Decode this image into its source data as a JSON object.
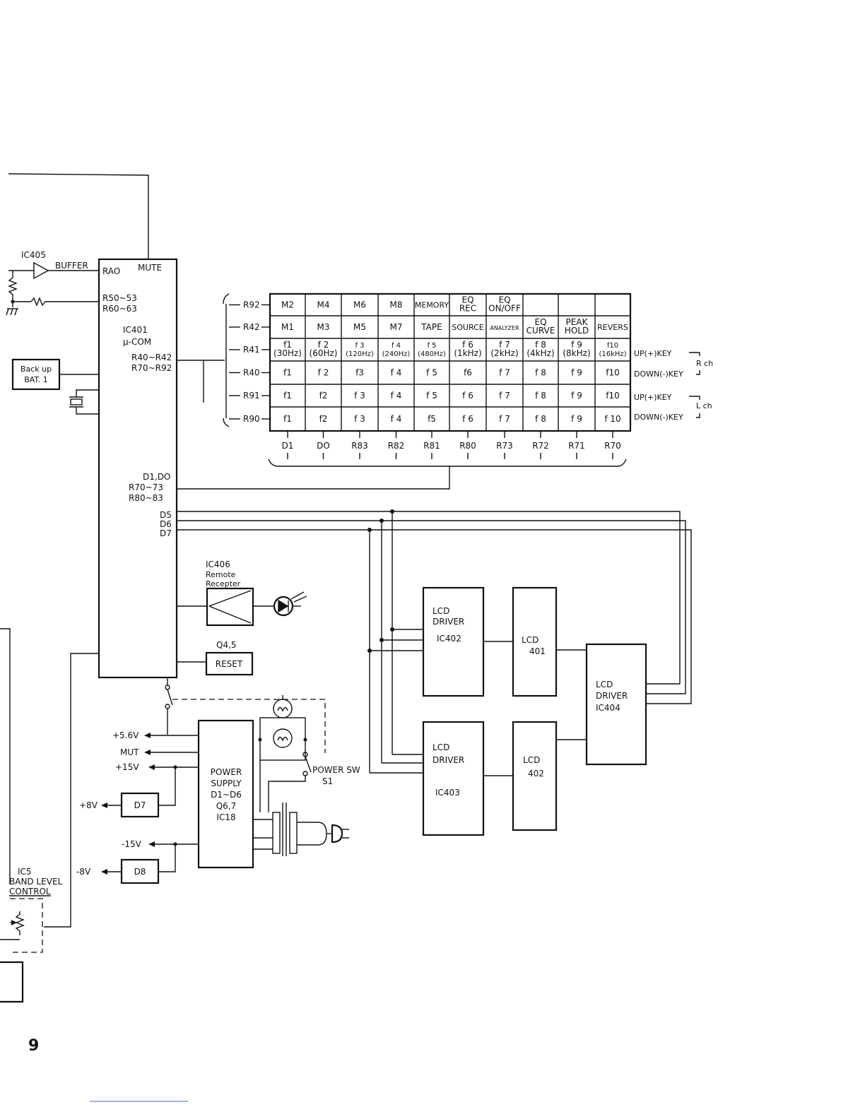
{
  "ic405": {
    "name": "IC405",
    "buffer": "BUFFER"
  },
  "mcu": {
    "rao": "RAO",
    "mute": "MUTE",
    "r50": "R50~53",
    "r60": "R60~63",
    "name": "IC401",
    "type": "μ-COM",
    "r40": "R40~R42",
    "r70": "R70~R92",
    "d1d0": "D1,DO",
    "r70_73": "R70~73",
    "r80_83": "R80~83",
    "d5": "D5",
    "d6": "D6",
    "d7": "D7"
  },
  "backup": {
    "line1": "Back up",
    "line2": "BAT. 1"
  },
  "key_matrix": {
    "row_labels": [
      "R92",
      "R42",
      "R41",
      "R40",
      "R91",
      "R90"
    ],
    "rows": [
      [
        "M2",
        "M4",
        "M6",
        "M8",
        "MEMORY",
        "EQ\nREC",
        "EQ\nON/OFF",
        "",
        "",
        ""
      ],
      [
        "M1",
        "M3",
        "M5",
        "M7",
        "TAPE",
        "SOURCE",
        "ANALYZER",
        "EQ\nCURVE",
        "PEAK\nHOLD",
        "REVERS"
      ],
      [
        "f1\n(30Hz)",
        "f 2\n(60Hz)",
        "f 3\n(120Hz)",
        "f 4\n(240Hz)",
        "f 5\n(480Hz)",
        "f 6\n(1kHz)",
        "f 7\n(2kHz)",
        "f 8\n(4kHz)",
        "f 9\n(8kHz)",
        "f10\n(16kHz)"
      ],
      [
        "f1",
        "f 2",
        "f3",
        "f 4",
        "f 5",
        "f6",
        "f 7",
        "f 8",
        "f 9",
        "f10"
      ],
      [
        "f1",
        "f2",
        "f 3",
        "f 4",
        "f 5",
        "f 6",
        "f 7",
        "f 8",
        "f 9",
        "f10"
      ],
      [
        "f1",
        "f2",
        "f 3",
        "f 4",
        "f5",
        "f 6",
        "f 7",
        "f 8",
        "f 9",
        "f 10"
      ]
    ],
    "col_labels": [
      "D1",
      "DO",
      "R83",
      "R82",
      "R81",
      "R80",
      "R73",
      "R72",
      "R71",
      "R70"
    ],
    "side_labels": [
      "UP(+)KEY",
      "DOWN(-)KEY",
      "UP(+)KEY",
      "DOWN(-)KEY"
    ],
    "rch": "R ch",
    "lch": "L ch"
  },
  "remote": {
    "name": "IC406",
    "line1": "Remote",
    "line2": "Recepter"
  },
  "reset": {
    "label": "Q4,5",
    "box": "RESET"
  },
  "power": {
    "out_56": "+5.6V",
    "mut": "MUT",
    "out_15": "+15V",
    "out_8": "+8V",
    "out_m15": "-15V",
    "out_m8": "-8V",
    "d7": "D7",
    "d8": "D8",
    "supply": [
      "POWER",
      "SUPPLY",
      "D1~D6",
      "Q6,7",
      "IC18"
    ],
    "sw": "POWER SW",
    "s1": "S1"
  },
  "lcd": {
    "driver402": [
      "LCD",
      "DRIVER",
      "IC402"
    ],
    "driver403": [
      "LCD",
      "DRIVER",
      "IC403"
    ],
    "driver404": [
      "LCD",
      "DRIVER",
      "IC404"
    ],
    "lcd401": [
      "LCD",
      "401"
    ],
    "lcd402": [
      "LCD",
      "402"
    ]
  },
  "ic5": {
    "name": "IC5",
    "line1": "BAND LEVEL",
    "line2": "CONTROL"
  },
  "page_number": "9"
}
